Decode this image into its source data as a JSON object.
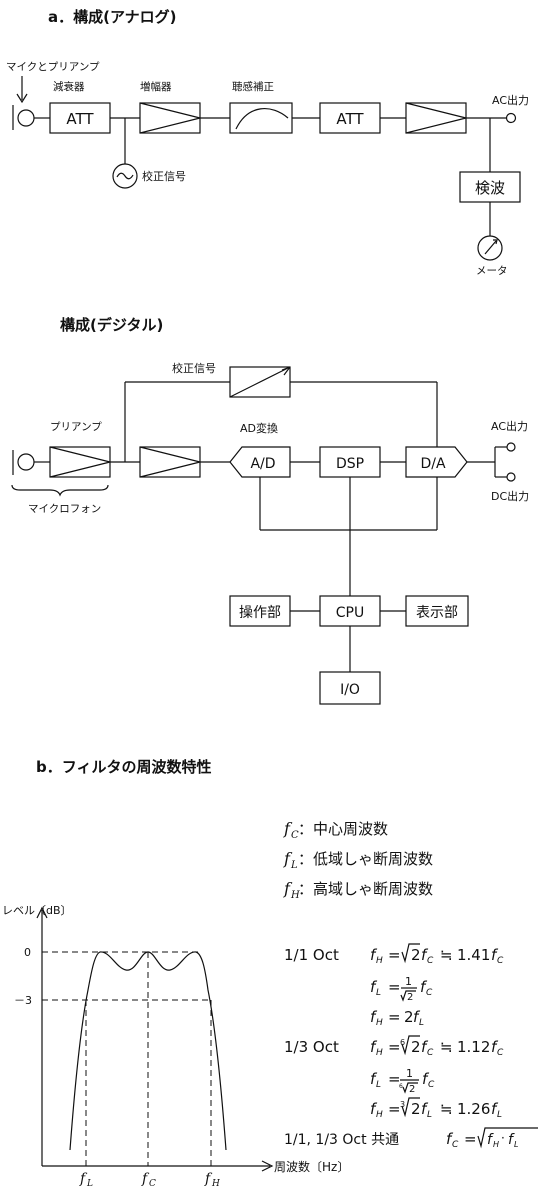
{
  "section_a": {
    "title": "a．構成(アナログ)",
    "mic_preamp": "マイクとプリアンプ",
    "attenuator_label": "減衰器",
    "amplifier_label": "増幅器",
    "aural_label": "聴感補正",
    "att1": "ATT",
    "att2": "ATT",
    "cal_signal": "校正信号",
    "ac_out": "AC出力",
    "detector": "検波",
    "meter": "メータ"
  },
  "section_d": {
    "title": "構成(デジタル)",
    "cal_signal": "校正信号",
    "preamp": "プリアンプ",
    "ad_label": "AD変換",
    "ad": "A/D",
    "dsp": "DSP",
    "da": "D/A",
    "ac_out": "AC出力",
    "dc_out": "DC出力",
    "microphone": "マイクロフォン",
    "ops": "操作部",
    "cpu": "CPU",
    "display": "表示部",
    "io": "I/O"
  },
  "section_b": {
    "title": "b．フィルタの周波数特性",
    "legend_fc_sym": "f",
    "legend_fc_sub": "C",
    "legend_fc_text": "：中心周波数",
    "legend_fl_sym": "f",
    "legend_fl_sub": "L",
    "legend_fl_text": "：低域しゃ断周波数",
    "legend_fh_sym": "f",
    "legend_fh_sub": "H",
    "legend_fh_text": "：高域しゃ断周波数",
    "ylabel": "レベル〔dB〕",
    "tick_0": "0",
    "tick_m3": "－3",
    "xlabel": "周波数〔Hz〕",
    "x_fl_sym": "f",
    "x_fl_sub": "L",
    "x_fc_sym": "f",
    "x_fc_sub": "C",
    "x_fh_sym": "f",
    "x_fh_sub": "H",
    "oct1": "1/1 Oct",
    "oct3": "1/3 Oct",
    "common": "1/1, 1/3 Oct 共通",
    "n1": "1",
    "n2": "2",
    "n6": "6",
    "n3": "3",
    "v141": "1.41",
    "v112": "1.12",
    "v126": "1.26",
    "eq": "=",
    "approx": "≒",
    "f": "f"
  }
}
